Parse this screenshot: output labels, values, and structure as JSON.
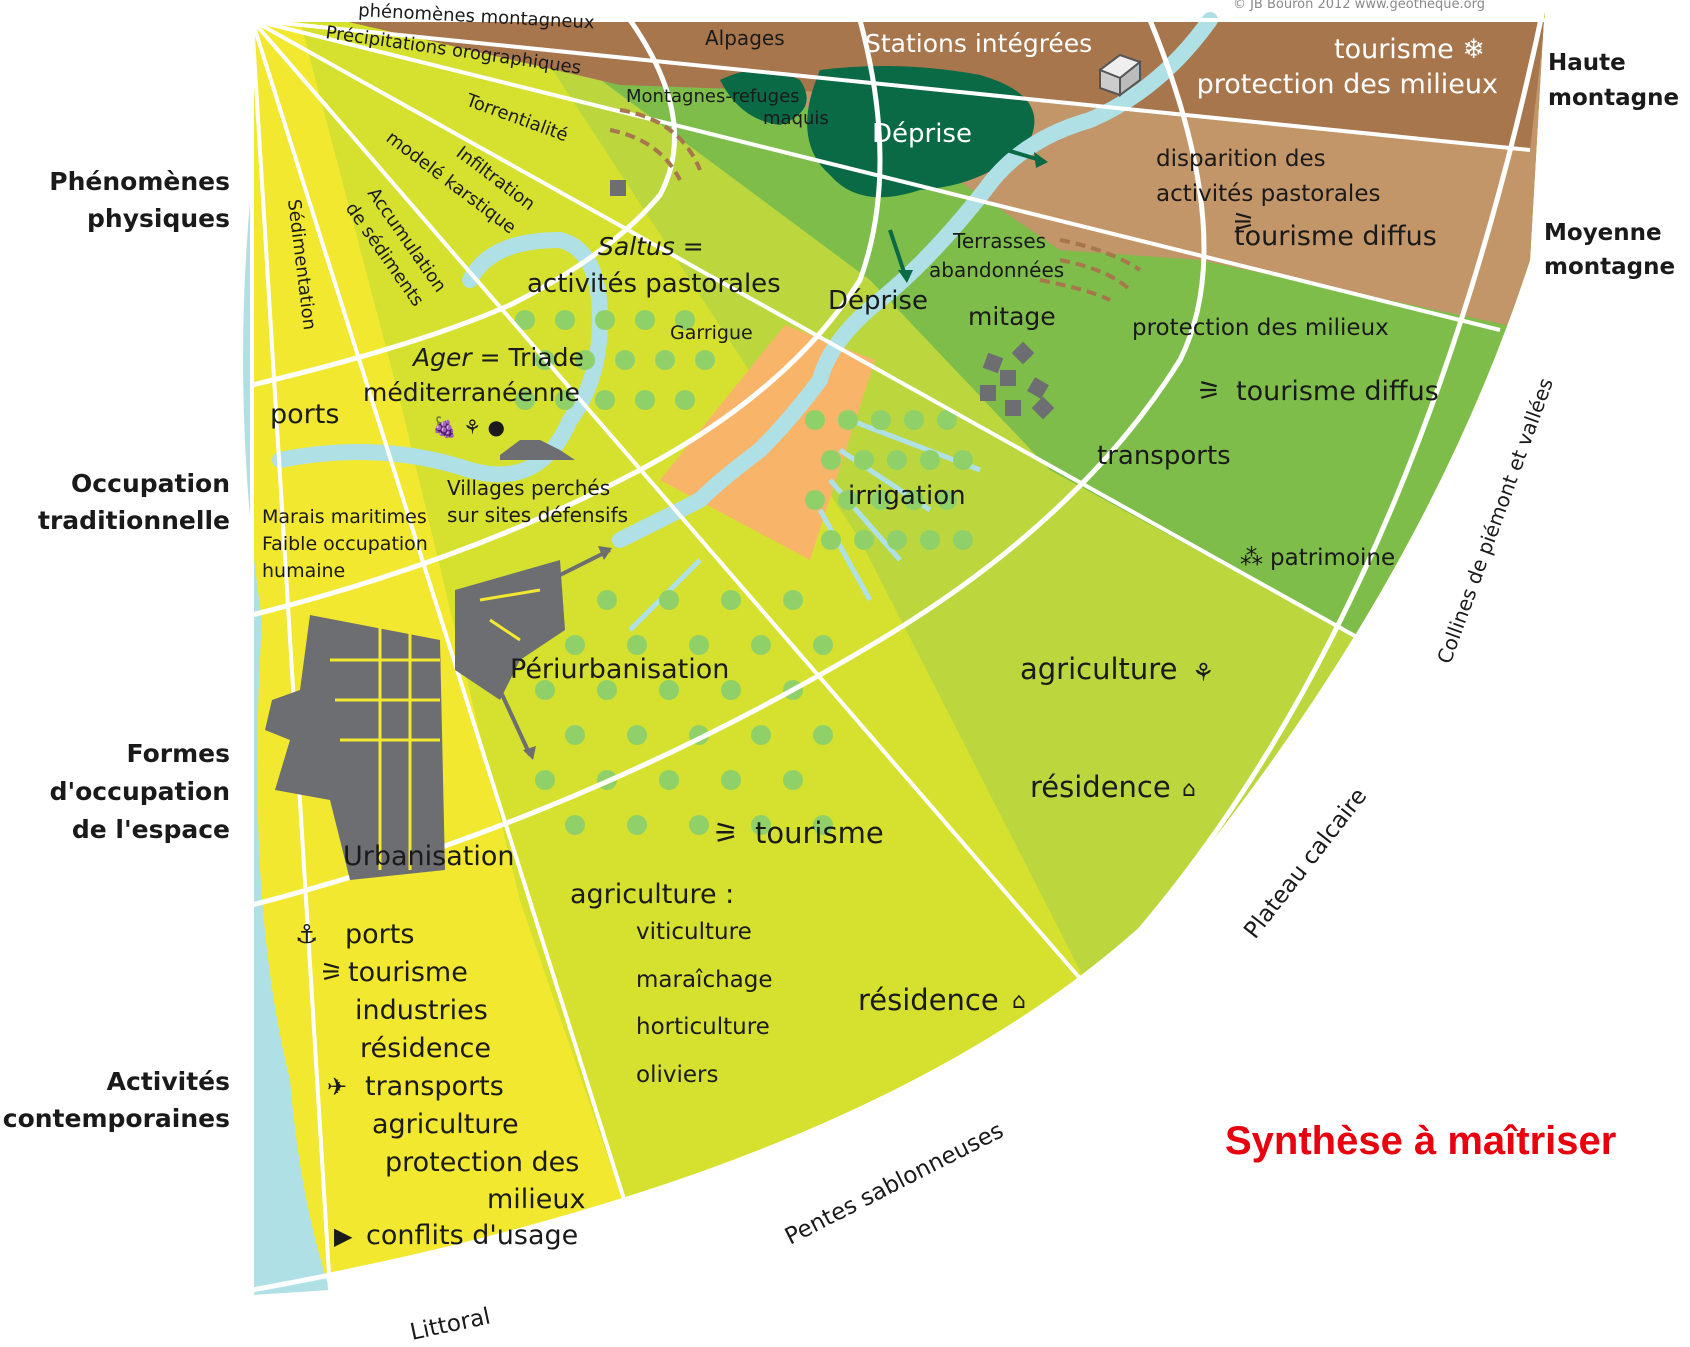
{
  "credit": "© JB Bouron 2012 www.geotheque.org",
  "note": "Synthèse à maîtriser",
  "rows_left": {
    "phenomenes": [
      "Phénomènes",
      "physiques"
    ],
    "occupation": [
      "Occupation",
      "traditionnelle"
    ],
    "formes": [
      "Formes",
      "d'occupation",
      "de l'espace"
    ],
    "activites": [
      "Activités",
      "contemporaines"
    ]
  },
  "rows_right": {
    "haute": [
      "Haute",
      "montagne"
    ],
    "moyenne": [
      "Moyenne",
      "montagne"
    ]
  },
  "zones_outer": {
    "littoral": "Littoral",
    "pentes": "Pentes sablonneuses",
    "plateau": "Plateau calcaire",
    "collines": "Collines de piémont et vallées"
  },
  "physique": {
    "montagneux": "phénomènes montagneux",
    "precipitations": "Précipitations orographiques",
    "torrentialite": "Torrentialité",
    "infiltration": [
      "Infiltration",
      "modelé karstique"
    ],
    "accumulation": [
      "Accumulation",
      "de sédiments"
    ],
    "sedimentation": "Sédimentation"
  },
  "haute": {
    "alpages": "Alpages",
    "stations": "Stations intégrées",
    "tourisme": "tourisme ❄",
    "protection": "protection des milieux",
    "refuges": [
      "Montagnes-refuges",
      "maquis"
    ],
    "deprise": "Déprise"
  },
  "moyenne": {
    "disparition": [
      "disparition des",
      "activités pastorales"
    ],
    "tourisme_diffus": "tourisme diffus",
    "terrasses": [
      "Terrasses",
      "abandonnées"
    ],
    "deprise": "Déprise",
    "mitage": "mitage",
    "saltus_a": "Saltus",
    "saltus_b": " =",
    "pastorales": "activités pastorales",
    "garrigue": "Garrigue"
  },
  "collines": {
    "protection": "protection des milieux",
    "tourisme_diffus": "tourisme diffus",
    "transports": "transports",
    "patrimoine": "patrimoine"
  },
  "occupation": {
    "ager_a": "Ager",
    "ager_b": " = Triade",
    "mediterraneenne": "méditerranéenne",
    "villages": [
      "Villages perchés",
      "sur sites défensifs"
    ],
    "ports": "ports",
    "marais": [
      "Marais maritimes",
      "Faible occupation",
      "humaine"
    ],
    "irrigation": "irrigation"
  },
  "formes": {
    "periurbanisation": "Périurbanisation",
    "urbanisation": "Urbanisation",
    "tourisme": "tourisme"
  },
  "plateau": {
    "agriculture": "agriculture",
    "residence": "résidence"
  },
  "pentes": {
    "agriculture": "agriculture :",
    "items": [
      "viticulture",
      "maraîchage",
      "horticulture",
      "oliviers"
    ],
    "residence": "résidence"
  },
  "littoral": {
    "items": [
      "ports",
      "tourisme",
      "industries",
      "résidence",
      "transports",
      "agriculture",
      "protection des",
      "milieux",
      "conflits d'usage"
    ]
  },
  "colors": {
    "littoral": "#f2e830",
    "pentes": "#d5e12e",
    "plateau": "#bcd63e",
    "collines": "#7ebd4a",
    "forest": "#0a6a45",
    "brown": "#c29668",
    "brown_dark": "#a7764d",
    "water": "#aee0e6",
    "orange": "#f8b56a",
    "red_note": "#e8000f"
  }
}
